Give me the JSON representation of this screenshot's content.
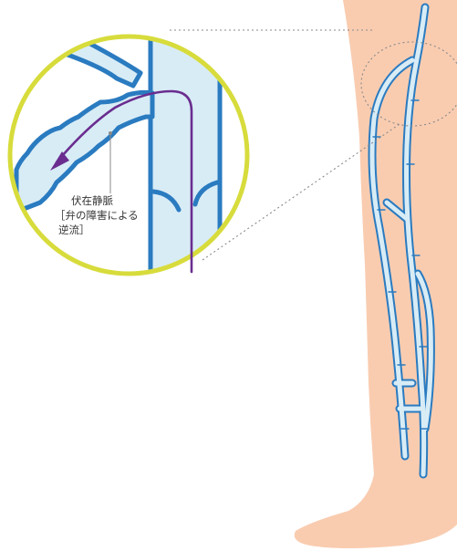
{
  "annotation": {
    "line1": "伏在静脈",
    "line2": "［弁の障害による",
    "line3": "逆流］"
  },
  "colors": {
    "skin": "#f9ccb0",
    "vein_fill": "#d8ecf6",
    "vein_stroke": "#2a7bc0",
    "magnifier_ring": "#d7dc3c",
    "reflux_arrow": "#6a2d8f",
    "leader_line": "#8a8a8a"
  }
}
